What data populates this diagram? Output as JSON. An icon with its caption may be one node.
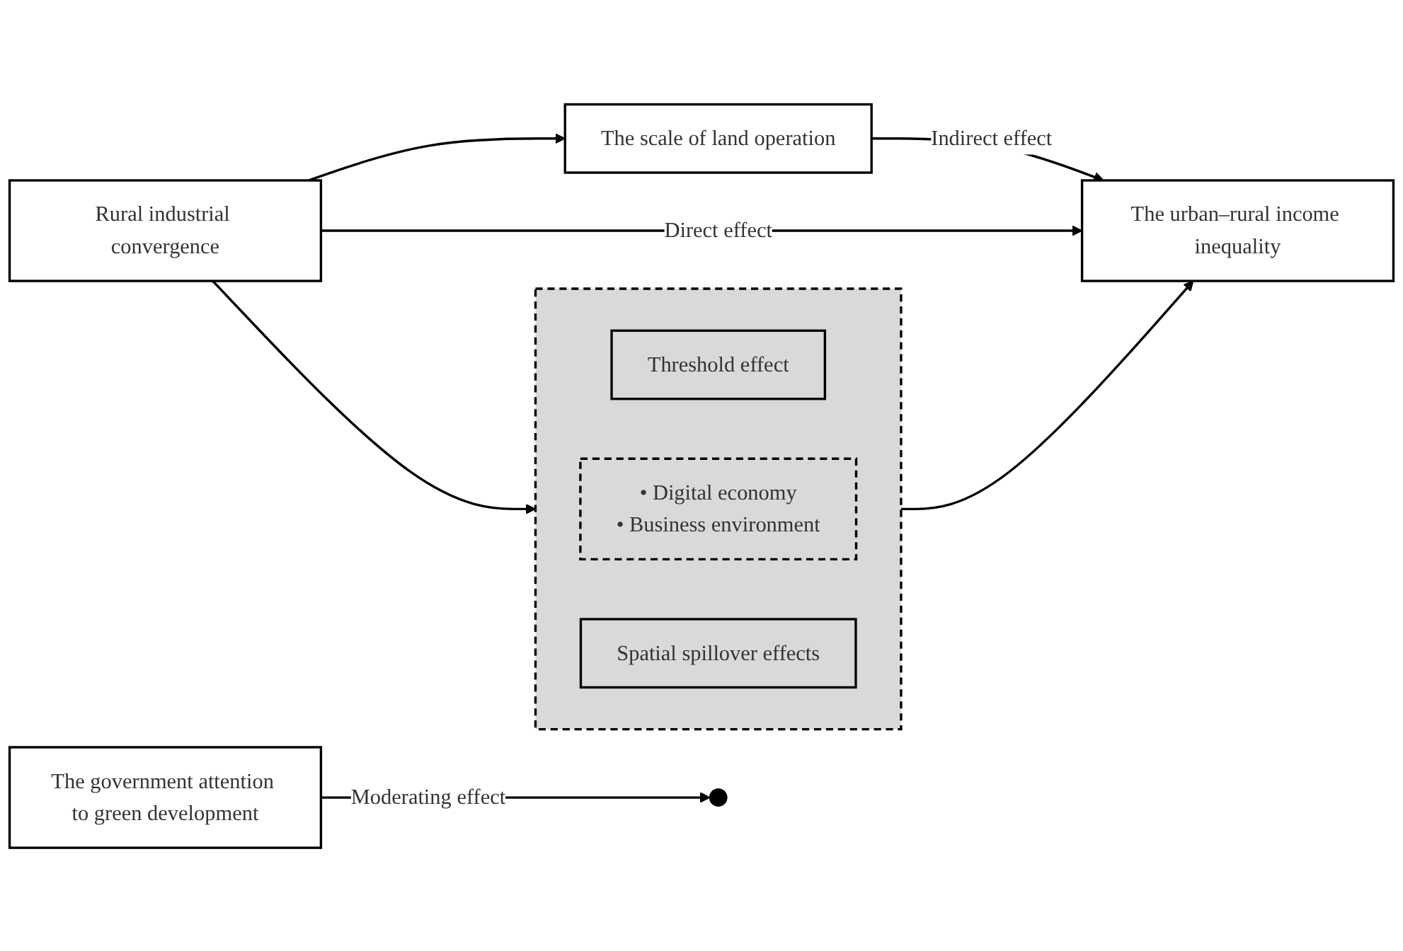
{
  "diagram": {
    "nodes": [
      {
        "text": [
          "Rural industrial convergence"
        ]
      },
      {
        "text": [
          "The scale of land operation"
        ]
      },
      {
        "text": [
          "The urban–rural income inequality"
        ]
      },
      {
        "text": [
          "The government attention to green development"
        ]
      },
      {
        "text": [],
        "shape": "box"
      },
      {
        "text": [
          "Threshold effect"
        ],
        "in": 4
      },
      {
        "text": [
          "• Digital economy",
          "• Business environment"
        ],
        "in": 4
      },
      {
        "text": [
          "Spatial spillover effects"
        ],
        "in": 4
      }
    ],
    "edges": [
      {
        "from": 0,
        "to": 1,
        "arrow": "to"
      },
      {
        "from": 1,
        "to": 2,
        "arrow": "to",
        "label": "Indirect effect"
      },
      {
        "from": 0,
        "to": 2,
        "arrow": "to",
        "label": "Direct effect"
      },
      {
        "from": 3,
        "to": null,
        "arrow": "to",
        "label": "Moderating effect"
      },
      {
        "from": 0,
        "to": 4,
        "arrow": "to"
      },
      {
        "from": 4,
        "to": 2,
        "arrow": "to"
      }
    ]
  }
}
